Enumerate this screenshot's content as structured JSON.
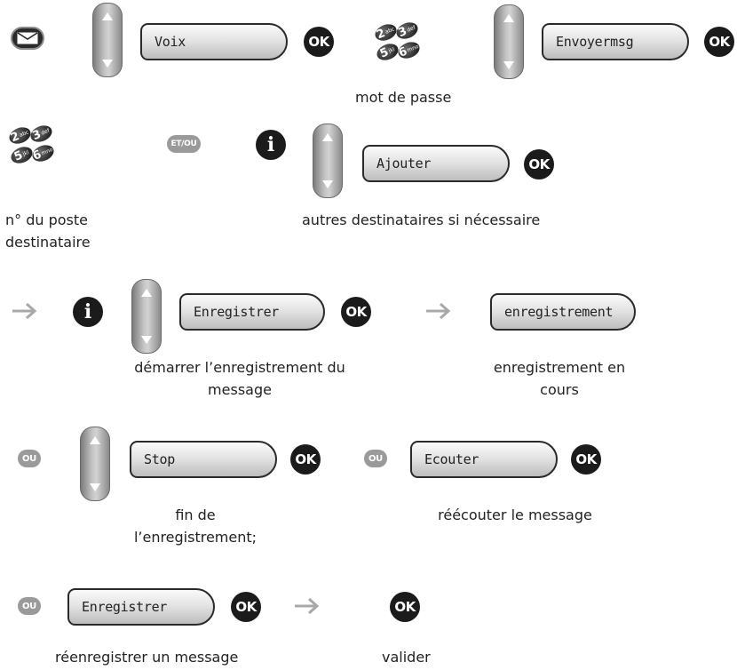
{
  "row1": {
    "field1": "Voix",
    "field2": "Envoyermsg",
    "caption_password": "mot de passe"
  },
  "row2": {
    "badge": "ET/OU",
    "field": "Ajouter",
    "caption_dest_line1": "n° du poste",
    "caption_dest_line2": "destinataire",
    "caption_others": "autres destinataires si nécessaire"
  },
  "row3": {
    "field1": "Enregistrer",
    "field2": "enregistrement",
    "caption_start_line1": "démarrer l’enregistrement du",
    "caption_start_line2": "message",
    "caption_progress_line1": "enregistrement en",
    "caption_progress_line2": "cours"
  },
  "row4": {
    "badge": "OU",
    "field1": "Stop",
    "field2": "Ecouter",
    "caption_end_line1": "fin de",
    "caption_end_line2": "l’enregistrement;",
    "caption_listen": "réécouter le message"
  },
  "row5": {
    "badge": "OU",
    "field": "Enregistrer",
    "caption_rerecord": "réenregistrer un message",
    "caption_validate": "valider"
  },
  "ok_label": "OK",
  "info_label": "i",
  "keypad": {
    "keys": [
      "2",
      "3",
      "5",
      "6"
    ],
    "letters": [
      "abc",
      "def",
      "jkl",
      "mno"
    ]
  },
  "icons": {
    "envelope": "envelope-icon",
    "navigator": "navigator-icon",
    "info": "info-icon",
    "arrow": "arrow-right-icon",
    "keypad": "keypad-icon"
  },
  "colors": {
    "button_dark": "#1b1b1b",
    "badge_grey": "#9a9a9a",
    "arrow_grey": "#a8a8a8"
  }
}
